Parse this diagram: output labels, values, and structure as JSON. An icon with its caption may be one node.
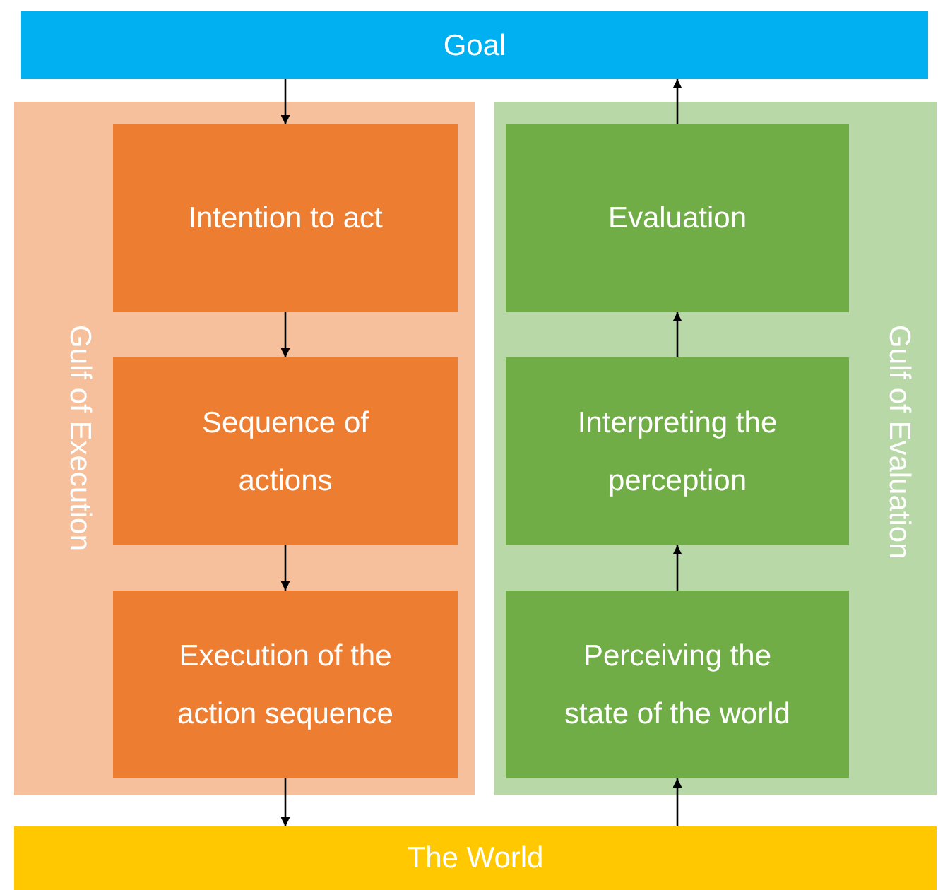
{
  "diagram": {
    "nodes": [
      {
        "text": [
          "Goal"
        ]
      },
      {
        "text": [
          "Gulf of Execution"
        ]
      },
      {
        "text": [
          "Intention to act"
        ],
        "in": 1
      },
      {
        "text": [
          "Sequence of actions"
        ],
        "in": 1
      },
      {
        "text": [
          "Execution of the action sequence"
        ],
        "in": 1
      },
      {
        "text": [
          "Gulf of Evaluation"
        ]
      },
      {
        "text": [
          "Evaluation"
        ],
        "in": 5
      },
      {
        "text": [
          "Interpreting the perception"
        ],
        "in": 5
      },
      {
        "text": [
          "Perceiving the state of the world"
        ],
        "in": 5
      },
      {
        "text": [
          "The World"
        ]
      }
    ],
    "edges": [
      {
        "from": 0,
        "to": 2,
        "arrow": "to"
      },
      {
        "from": 2,
        "to": 3,
        "arrow": "to"
      },
      {
        "from": 3,
        "to": 4,
        "arrow": "to"
      },
      {
        "from": 4,
        "to": 9,
        "arrow": "to"
      },
      {
        "from": 9,
        "to": 8,
        "arrow": "to"
      },
      {
        "from": 8,
        "to": 7,
        "arrow": "to"
      },
      {
        "from": 7,
        "to": 6,
        "arrow": "to"
      },
      {
        "from": 6,
        "to": 0,
        "arrow": "to"
      }
    ]
  }
}
